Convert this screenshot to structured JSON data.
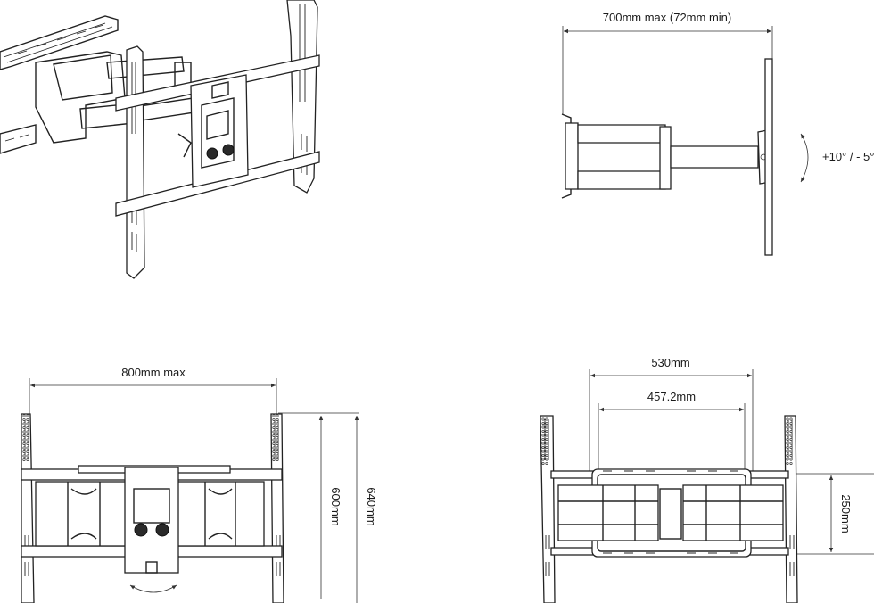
{
  "diagram": {
    "side_view": {
      "extension_label": "700mm max (72mm min)",
      "tilt_label": "+10° / - 5°"
    },
    "front_view": {
      "width_label": "800mm max",
      "height_inner_label": "600mm",
      "height_outer_label": "640mm"
    },
    "rear_view": {
      "outer_width_label": "530mm",
      "inner_width_label": "457.2mm",
      "height_label": "250mm"
    }
  },
  "colors": {
    "line": "#222222",
    "background": "#ffffff"
  }
}
